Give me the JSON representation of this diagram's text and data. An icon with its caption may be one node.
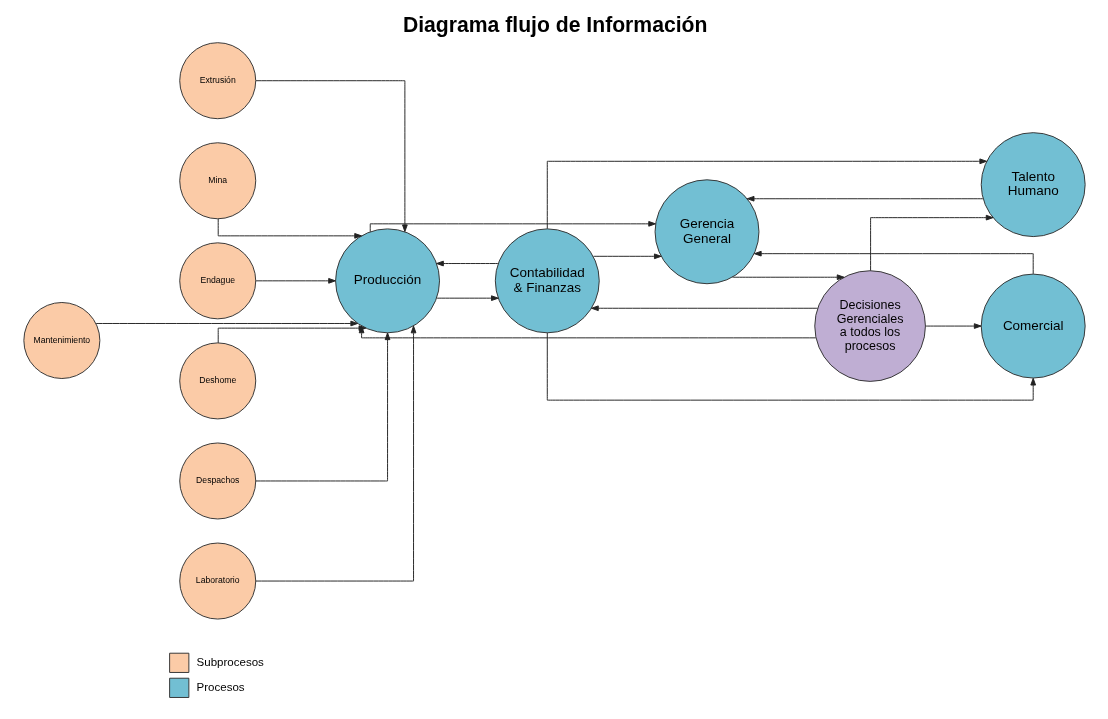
{
  "diagram": {
    "title": "Diagrama flujo de Información",
    "nodes": [
      {
        "text": [
          "Extrusión"
        ]
      },
      {
        "text": [
          "Mina"
        ]
      },
      {
        "text": [
          "Endague"
        ]
      },
      {
        "text": [
          "Deshome"
        ]
      },
      {
        "text": [
          "Despachos"
        ]
      },
      {
        "text": [
          "Laboratorio"
        ]
      },
      {
        "text": [
          "Mantenimiento"
        ]
      },
      {
        "text": [
          "Producción"
        ]
      },
      {
        "text": [
          "Comercial"
        ]
      },
      {
        "text": [
          "Contabilidad & Finanzas"
        ]
      },
      {
        "text": [
          "Talento Humano"
        ]
      },
      {
        "text": [
          "Decisiones Gerenciales a todos los procesos"
        ]
      },
      {
        "text": [
          "Gerencia General"
        ]
      }
    ],
    "edges": [
      {
        "from": 0,
        "to": 7,
        "arrow": "to"
      },
      {
        "from": 1,
        "to": 7,
        "arrow": "to"
      },
      {
        "from": 2,
        "to": 7,
        "arrow": "to"
      },
      {
        "from": 3,
        "to": 7,
        "arrow": "to"
      },
      {
        "from": 4,
        "to": 7,
        "arrow": "to"
      },
      {
        "from": 5,
        "to": 7,
        "arrow": "to"
      },
      {
        "from": 6,
        "to": 7,
        "arrow": "to"
      },
      {
        "from": 7,
        "to": 9,
        "arrow": "to"
      },
      {
        "from": 9,
        "to": 7,
        "arrow": "to"
      },
      {
        "from": 9,
        "to": 8,
        "arrow": "to"
      },
      {
        "from": 9,
        "to": 10,
        "arrow": "to"
      },
      {
        "from": 9,
        "to": 12,
        "arrow": "to"
      },
      {
        "from": 7,
        "to": 12,
        "arrow": "to"
      },
      {
        "from": 10,
        "to": 12,
        "arrow": "to"
      },
      {
        "from": 8,
        "to": 12,
        "arrow": "to"
      },
      {
        "from": 12,
        "to": 11,
        "arrow": "to"
      },
      {
        "from": 11,
        "to": 8,
        "arrow": "to"
      },
      {
        "from": 11,
        "to": 7,
        "arrow": "to"
      },
      {
        "from": 11,
        "to": 10,
        "arrow": "to"
      },
      {
        "from": 11,
        "to": 9,
        "arrow": "to"
      }
    ],
    "legend": [
      {
        "text": "Subprocesos",
        "color": "#fbcba7"
      },
      {
        "text": "Procesos",
        "color": "#72bfd3"
      }
    ]
  }
}
